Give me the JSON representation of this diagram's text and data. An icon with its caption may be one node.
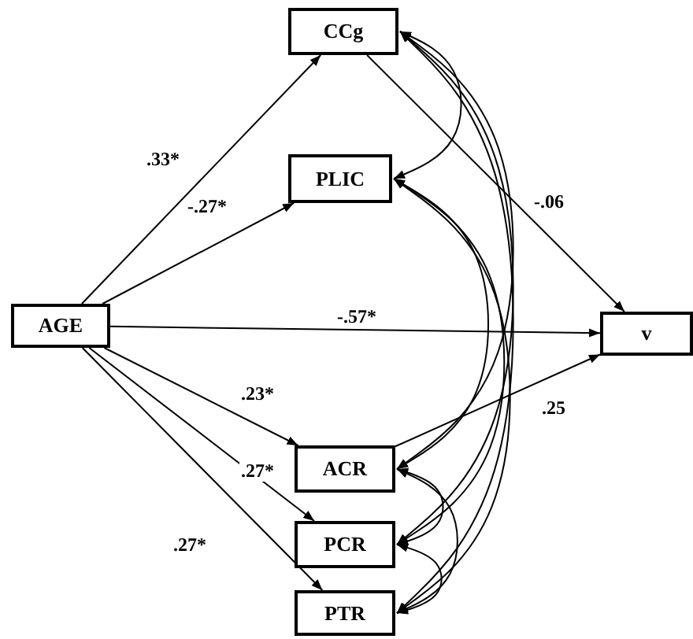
{
  "diagram": {
    "nodes": [
      {
        "text": [
          "CCg"
        ]
      },
      {
        "text": [
          "PLIC"
        ]
      },
      {
        "text": [
          "AGE"
        ]
      },
      {
        "text": [
          "v"
        ]
      },
      {
        "text": [
          "ACR"
        ]
      },
      {
        "text": [
          "PCR"
        ]
      },
      {
        "text": [
          "PTR"
        ]
      }
    ],
    "edges": [
      {
        "from": 2,
        "to": 0,
        "arrow": "to",
        "label": ".33*"
      },
      {
        "from": 2,
        "to": 1,
        "arrow": "to",
        "label": "-.27*"
      },
      {
        "from": 2,
        "to": 3,
        "arrow": "to",
        "label": "-.57*"
      },
      {
        "from": 2,
        "to": 4,
        "arrow": "to",
        "label": ".23*"
      },
      {
        "from": 2,
        "to": 5,
        "arrow": "to",
        "label": ".27*"
      },
      {
        "from": 2,
        "to": 6,
        "arrow": "to",
        "label": ".27*"
      },
      {
        "from": 0,
        "to": 3,
        "arrow": "to",
        "label": "-.06"
      },
      {
        "from": 4,
        "to": 3,
        "arrow": "to",
        "label": ".25"
      },
      {
        "from": 0,
        "to": 1,
        "arrow": "both"
      },
      {
        "from": 0,
        "to": 4,
        "arrow": "both"
      },
      {
        "from": 0,
        "to": 5,
        "arrow": "both"
      },
      {
        "from": 0,
        "to": 6,
        "arrow": "both"
      },
      {
        "from": 1,
        "to": 4,
        "arrow": "both"
      },
      {
        "from": 1,
        "to": 5,
        "arrow": "both"
      },
      {
        "from": 1,
        "to": 6,
        "arrow": "both"
      },
      {
        "from": 4,
        "to": 5,
        "arrow": "both"
      },
      {
        "from": 4,
        "to": 6,
        "arrow": "both"
      },
      {
        "from": 5,
        "to": 6,
        "arrow": "both"
      }
    ]
  }
}
